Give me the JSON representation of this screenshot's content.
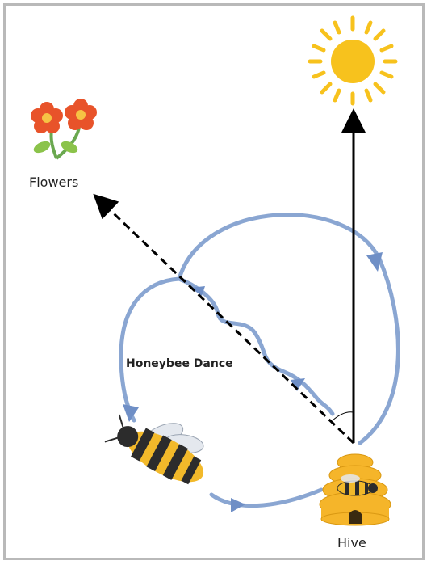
{
  "labels": {
    "flowers": "Flowers",
    "dance": "Honeybee Dance",
    "hive": "Hive"
  },
  "icons": {
    "sun": "sun-icon",
    "flowers": "flowers-icon",
    "bee": "bee-icon",
    "hive": "hive-icon"
  },
  "colors": {
    "dance_path": "#8aa6d2",
    "arrow": "#000000",
    "sun": "#f7c21d",
    "hive": "#f5b52a",
    "flower": "#e8532a"
  }
}
